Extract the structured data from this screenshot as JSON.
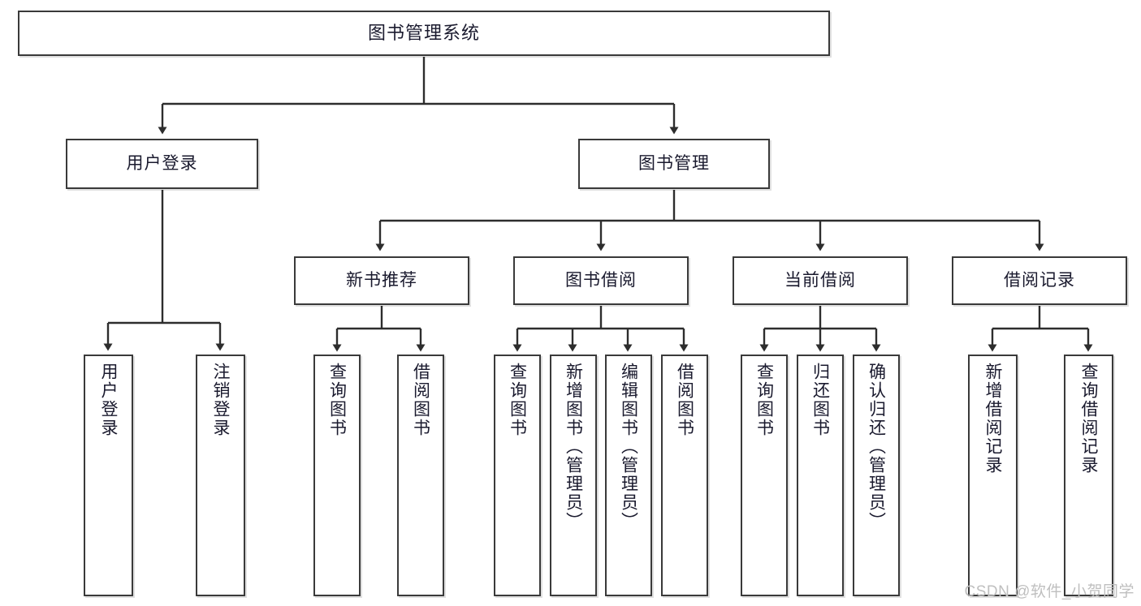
{
  "diagram": {
    "title": "图书管理系统",
    "type": "tree-hierarchy",
    "orientation": "top-down",
    "box_stroke_color": "#3a3a3a",
    "text_color": "#1a1a2e",
    "background_color": "#ffffff"
  },
  "nodes": {
    "root": {
      "label": "图书管理系统"
    },
    "level2": [
      {
        "label": "用户登录"
      },
      {
        "label": "图书管理"
      }
    ],
    "level3": [
      {
        "label": "新书推荐"
      },
      {
        "label": "图书借阅"
      },
      {
        "label": "当前借阅"
      },
      {
        "label": "借阅记录"
      }
    ],
    "leaves": {
      "user_login": [
        {
          "label": "用户登录"
        },
        {
          "label": "注销登录"
        }
      ],
      "new_book_recommend": [
        {
          "label": "查询图书"
        },
        {
          "label": "借阅图书"
        }
      ],
      "book_borrow": [
        {
          "label": "查询图书"
        },
        {
          "label": "新增图书（管理员）"
        },
        {
          "label": "编辑图书（管理员）"
        },
        {
          "label": "借阅图书"
        }
      ],
      "current_borrow": [
        {
          "label": "查询图书"
        },
        {
          "label": "归还图书"
        },
        {
          "label": "确认归还（管理员）"
        }
      ],
      "borrow_record": [
        {
          "label": "新增借阅记录"
        },
        {
          "label": "查询借阅记录"
        }
      ]
    }
  },
  "watermark": {
    "text": "CSDN @软件_小贺同学",
    "color": "#bfbfbf"
  }
}
